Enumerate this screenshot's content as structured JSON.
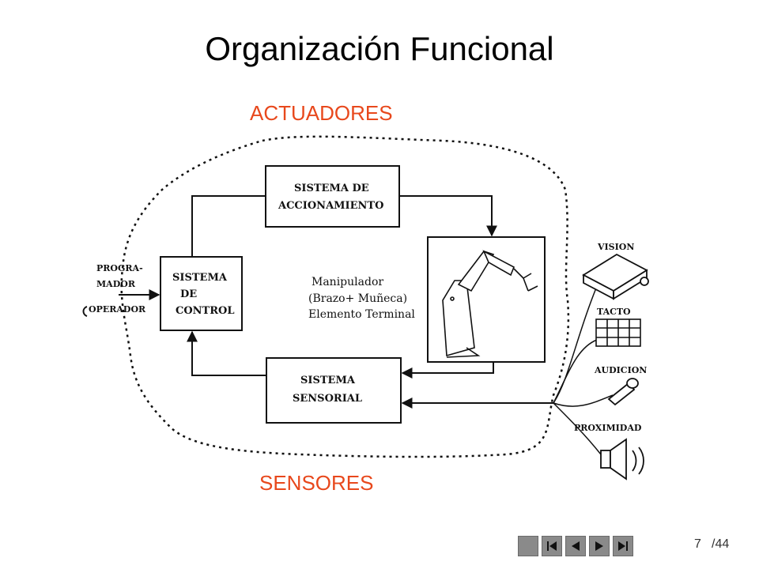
{
  "slide": {
    "title": "Organización Funcional",
    "label_top": "ACTUADORES",
    "label_bottom": "SENSORES",
    "label_color": "#e8481c"
  },
  "diagram": {
    "input": {
      "line1": "PROGRA-",
      "line2": "MADOR",
      "line3": "OPERADOR"
    },
    "control_box": {
      "line1": "SISTEMA",
      "line2": "DE",
      "line3": "CONTROL"
    },
    "actuation_box": {
      "line1": "SISTEMA DE",
      "line2": "ACCIONAMIENTO"
    },
    "sensor_box": {
      "line1": "SISTEMA",
      "line2": "SENSORIAL"
    },
    "manipulator": {
      "line1": "Manipulador",
      "line2": "(Brazo+ Muñeca)",
      "line3": "Elemento Terminal"
    },
    "sensors": [
      {
        "label": "VISION",
        "icon": "camera-icon"
      },
      {
        "label": "TACTO",
        "icon": "tactile-grid-icon"
      },
      {
        "label": "AUDICION",
        "icon": "microphone-icon"
      },
      {
        "label": "PROXIMIDAD",
        "icon": "speaker-icon"
      }
    ]
  },
  "pagination": {
    "current": "7",
    "total": "/44"
  },
  "nav": {
    "first": "first-page-icon",
    "prev": "previous-page-icon",
    "next": "next-page-icon",
    "last": "last-page-icon"
  }
}
